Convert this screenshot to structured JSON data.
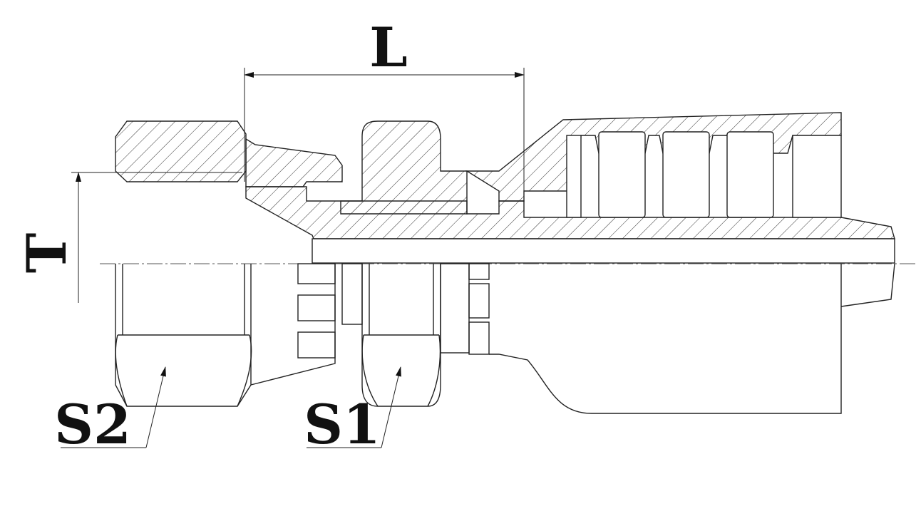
{
  "labels": {
    "length": "L",
    "thread": "T",
    "hex_nut": "S2",
    "hex_body": "S1"
  },
  "colors": {
    "line": "#222222",
    "background": "#ffffff"
  }
}
